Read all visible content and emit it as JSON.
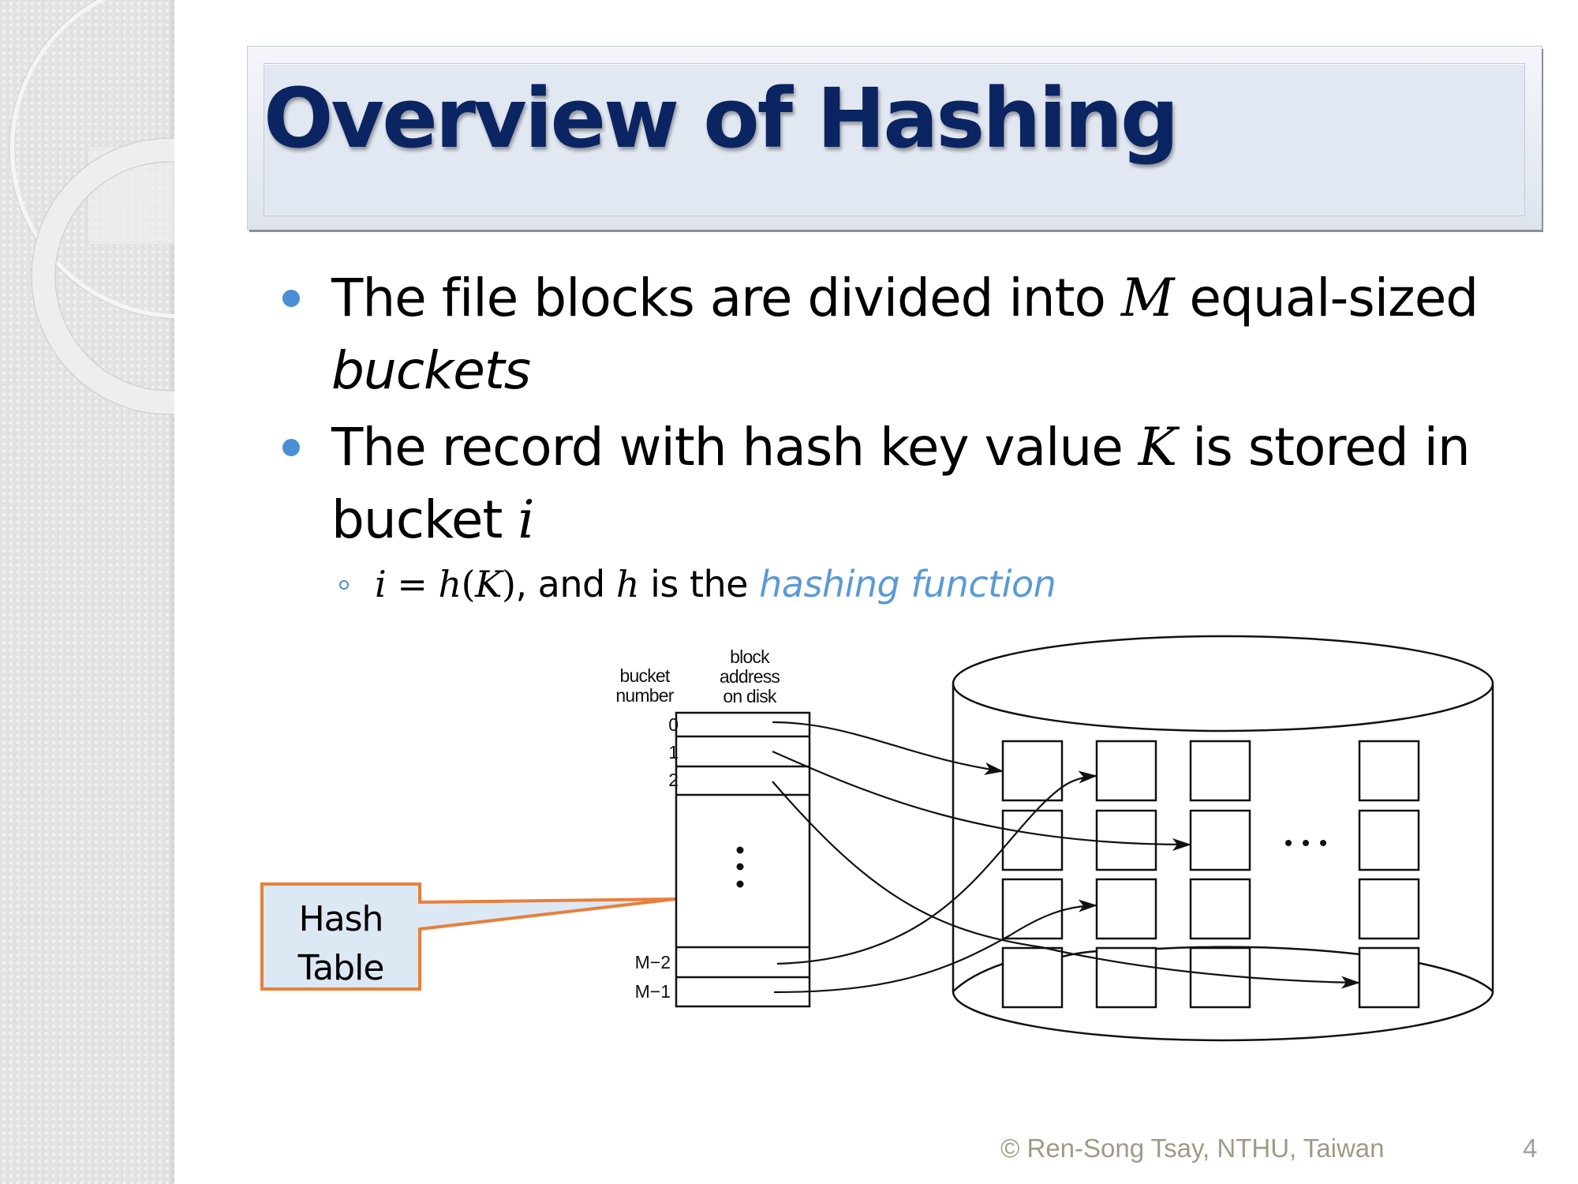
{
  "slide": {
    "title": "Overview of Hashing",
    "bullets": [
      {
        "parts": [
          "The file blocks are divided into ",
          "M",
          " equal-sized"
        ],
        "continuation": "buckets"
      },
      {
        "parts": [
          "The record with hash key value ",
          "K",
          " is stored in"
        ],
        "continuation_text": "bucket ",
        "continuation_math": "i"
      }
    ],
    "sub_bullet": {
      "math_i": "i",
      "equals": " = ",
      "math_h": "h",
      "paren_open": "(",
      "math_K": "K",
      "paren_close": ")",
      "text_and": ", and ",
      "math_h2": "h",
      "text_is_the": " is the ",
      "link_text": "hashing function"
    },
    "accent_colors": {
      "title": "#0b2462",
      "bullet": "#4a8fd4",
      "link": "#5a9ad6",
      "callout_border": "#e87f3a",
      "callout_fill": "#dce8f4"
    }
  },
  "diagram": {
    "header_bucket_number": [
      "bucket",
      "number"
    ],
    "header_block_address": [
      "block",
      "address",
      "on disk"
    ],
    "row_labels": [
      "0",
      "1",
      "2",
      "M−2",
      "M−1"
    ],
    "ellipsis_vertical": "⋮",
    "ellipsis_horizontal": "…",
    "callout": [
      "Hash",
      "Table"
    ],
    "block_columns": 4,
    "block_rows": 4
  },
  "footer": {
    "copyright": "© Ren-Song Tsay, NTHU, Taiwan",
    "page_number": "4"
  }
}
